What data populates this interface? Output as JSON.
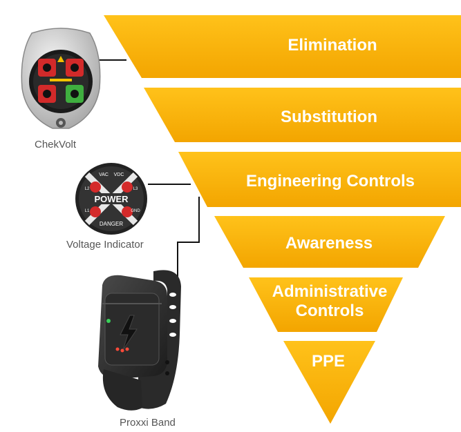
{
  "hierarchy": {
    "tiers": [
      {
        "label": "Elimination"
      },
      {
        "label": "Substitution"
      },
      {
        "label": "Engineering Controls"
      },
      {
        "label": "Awareness"
      },
      {
        "label": "Administrative\nControls"
      },
      {
        "label": "PPE"
      }
    ],
    "colors": {
      "tier_top": "#ffc21a",
      "tier_bottom": "#f3a500"
    }
  },
  "devices": {
    "chekvolt": {
      "caption": "ChekVolt",
      "icon": "chekvolt-device-icon"
    },
    "voltage_indicator": {
      "caption": "Voltage Indicator",
      "icon": "voltage-indicator-icon",
      "face_labels": {
        "vac": "VAC",
        "vdc": "VDC",
        "power": "POWER",
        "danger": "DANGER",
        "l1": "L1",
        "l2": "L2",
        "l3": "L3",
        "gnd": "GND"
      }
    },
    "proxxi_band": {
      "caption": "Proxxi Band",
      "icon": "proxxi-band-icon"
    }
  }
}
